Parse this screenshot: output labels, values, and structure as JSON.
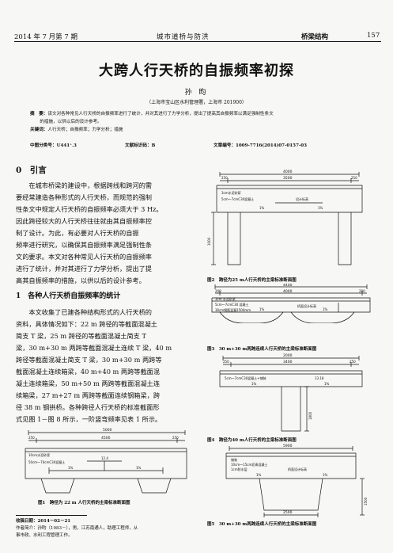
{
  "header": {
    "issue": "2014 年 7 月第 7 期",
    "journal": "城市道桥与防洪",
    "section": "桥梁结构",
    "page": "157"
  },
  "title": "大跨人行天桥的自振频率初探",
  "author": "孙 昀",
  "affiliation": "（上海市宝山区水利管理署，上海市 201900）",
  "abstract": {
    "label": "摘　要：",
    "text1": "该文对各种常见人行天桥的自振频率进行了统计，并对其进行了力学分析，提出了提高其自振频率以满足强制性条文",
    "text2": "的措施，以供以后的设计参考。"
  },
  "keywords": {
    "label": "关键词：",
    "text": "人行天桥；自振频率；力学分析；措施"
  },
  "meta": {
    "clc": "中图分类号：U441⁺.3",
    "doc": "文献标识码：B",
    "article": "文章编号：1009-7716(2014)07-0157-03"
  },
  "sec0": {
    "title": "0　引言"
  },
  "para0": [
    "在城市桥梁的建设中，根据跨线和跨河的需",
    "要经常建造各种形式的人行天桥，而规范的强制",
    "性条文中规定人行天桥的自振频率必须大于 3 Hz。",
    "因此跨径较大的人行天桥往往就由其自振频率控",
    "制了设计。为此，有必要对人行天桥的自振",
    "频率进行研究，以确保其自振频率满足强制性条",
    "文的要求。本文对各种常见人行天桥的自振频率",
    "进行了统计，并对其进行了力学分析，提出了提",
    "高其自振频率的措施，以供以后的设计参考。"
  ],
  "sec1": {
    "title": "1　各种人行天桥自振频率的统计"
  },
  "para1": [
    "本文收集了已建各种结构形式的人行天桥的",
    "资料，具体情况如下：22 m 跨径的等截面混凝土",
    "简支 T 梁，25 m 跨径的等截面混凝土简支 T",
    "梁，30 m+30 m 两跨等截面混凝土连续 T 梁，40 m",
    "跨径等截面混凝土简支 T 梁，30 m+30 m 两跨等",
    "截面混凝土连续箱梁，40 m+40 m 两跨等截面混",
    "凝土连续箱梁，50 m+50 m 两跨等截面混凝土连",
    "续箱梁，27 m+27 m 两跨等截面连续钢箱梁，跨",
    "径 38 m 钢拱桥。各种跨径人行天桥的标准截面形",
    "式见图 1－图 8 所示，一阶竖弯频率见表 1 所示。"
  ],
  "figures": {
    "f1": {
      "caption": "图1　跨径为 22 m 人行天桥的主梁标准断面图",
      "dims": [
        "5000",
        "250",
        "4500",
        "250"
      ],
      "notes": [
        "10cm水泥砂浆",
        "50cm～70cmC30混凝土",
        "12.4"
      ],
      "slopes": [
        "1%",
        "1%"
      ]
    },
    "f2": {
      "caption": "图2　跨径为25 m人行天桥的主梁标准断面图",
      "dims": [
        "4000",
        "250",
        "3500",
        "250",
        "1000"
      ],
      "notes": [
        "3cm水泥砂浆",
        "5cm～7cmC30混凝土",
        "设计标高"
      ],
      "slopes": [
        "1%",
        "1%"
      ]
    },
    "f3": {
      "caption": "图3　30 m+30 m两跨连续人行天桥的主梁标准断面图",
      "dims": [
        "4400",
        "200",
        "4000",
        "200"
      ],
      "notes": [
        "3cm 水泥砂浆",
        "5cm～7cmC30 混凝土",
        "30cm钢筋混凝1500mm",
        "桥面设计标高"
      ],
      "slopes": [
        "1%",
        "1%"
      ]
    },
    "f4": {
      "caption": "图4　跨径为40 m人行天桥的主梁标准断面图",
      "dims": [
        "2000",
        "250",
        "3400",
        "250",
        "1800"
      ],
      "notes": [
        "5cm～7cmC30混凝土+铺装",
        "13.18"
      ],
      "slopes": [
        "1%",
        "1%"
      ]
    },
    "f5": {
      "caption": "图5　30 m+30 m两跨连续人行天桥的主梁标准断面图",
      "dims": [
        "5900",
        "2500",
        "1500"
      ],
      "notes": [
        "铺装",
        "10cm～15cm沥青混凝土",
        "1cm防水层",
        "桥面设计标高"
      ],
      "slopes": [
        "1%",
        "1%"
      ]
    }
  },
  "footnote": {
    "received": "收稿日期：2014－02－21",
    "bio1": "作者简介：孙昀（1983－），男，江苏南通人，助理工程师，从",
    "bio2": "事市政、水利工程管理工作。"
  }
}
